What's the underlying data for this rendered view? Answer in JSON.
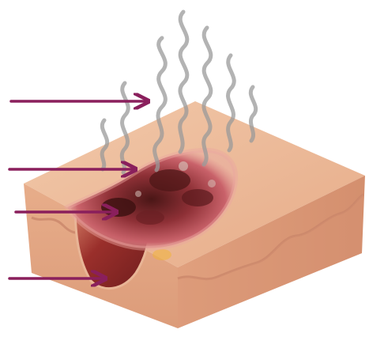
{
  "diagram": {
    "subject": "skin-block-cross-section-with-odorous-wound",
    "colors": {
      "skin_top": "#e9b493",
      "skin_top_light": "#f2c9aa",
      "skin_side_front": "#e2a683",
      "skin_side_right": "#d99878",
      "dermis_wave": "#c9896a",
      "wound_dark": "#5b1e1e",
      "wound_red": "#b5434a",
      "wound_pink": "#e59aa0",
      "cavity_inner": "#8e2d2c",
      "cavity_edge": "#c86a55",
      "odor_lines": "#9a9a9a",
      "arrow": "#8a1f5c",
      "yellow_spot": "#f0b23a"
    },
    "arrows": [
      {
        "id": "arrow-odor",
        "points_to": "odor-waves"
      },
      {
        "id": "arrow-wound-surface",
        "points_to": "wound-surface"
      },
      {
        "id": "arrow-necrotic-tissue",
        "points_to": "necrotic-tissue"
      },
      {
        "id": "arrow-wound-cavity",
        "points_to": "wound-cavity"
      }
    ]
  }
}
